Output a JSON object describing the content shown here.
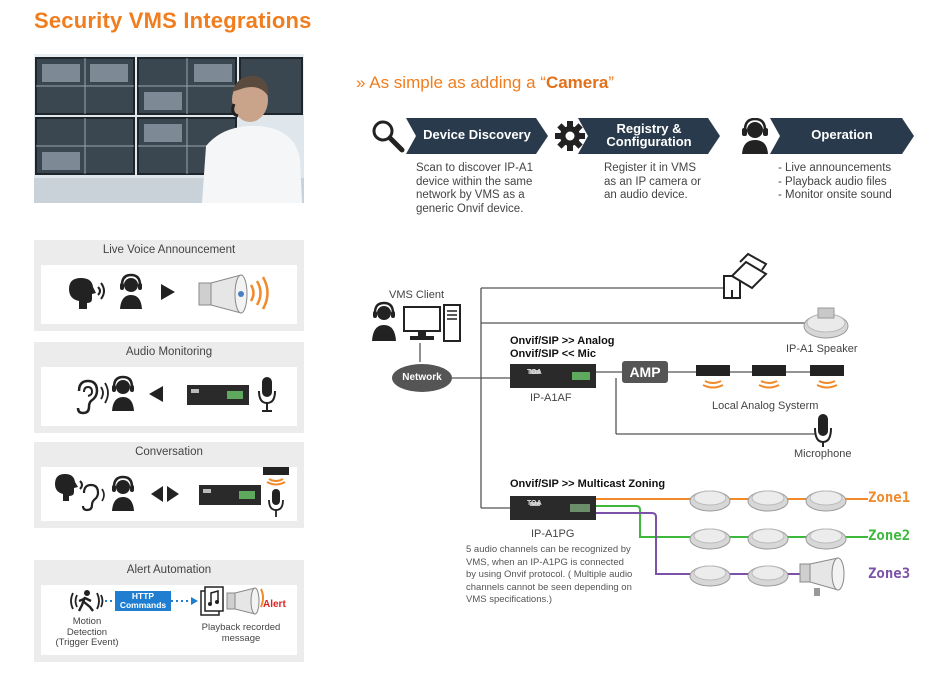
{
  "title": "Security VMS Integrations",
  "subtitle": {
    "prefix": "» As simple as adding a “",
    "bold": "Camera",
    "suffix": "”"
  },
  "steps": [
    {
      "label": "Device Discovery",
      "icon": "search-icon",
      "desc": [
        "Scan to discover IP-A1",
        "device within the same",
        "network by VMS as a",
        "generic Onvif device."
      ]
    },
    {
      "label_lines": [
        "Registry &",
        "Configuration"
      ],
      "icon": "gear-icon",
      "desc": [
        "Register it in VMS",
        "as an IP camera or",
        "an audio device."
      ]
    },
    {
      "label": "Operation",
      "icon": "operator-headset-icon",
      "desc": [
        "- Live announcements",
        "- Playback audio files",
        "- Monitor onsite sound"
      ]
    }
  ],
  "panels": [
    {
      "title": "Live Voice Announcement"
    },
    {
      "title": "Audio Monitoring"
    },
    {
      "title": "Conversation"
    },
    {
      "title": "Alert Automation"
    }
  ],
  "alert": {
    "http_lines": [
      "HTTP",
      "Commands"
    ],
    "motion_lines": [
      "Motion",
      "Detection",
      "(Trigger Event)"
    ],
    "playback_lines": [
      "Playback recorded",
      "message"
    ],
    "alert_text": "Alert"
  },
  "diagram": {
    "vms_client": "VMS Client",
    "network": "Network",
    "analog_line1": "Onvif/SIP >> Analog",
    "analog_line2": "Onvif/SIP << Mic",
    "amp": "AMP",
    "ipa1af": "IP-A1AF",
    "local_analog": "Local Analog Systerm",
    "microphone": "Microphone",
    "speaker": "IP-A1 Speaker",
    "multicast": "Onvif/SIP >> Multicast Zoning",
    "ipa1pg": "IP-A1PG",
    "device_brand": "TOA",
    "note_lines": [
      "5 audio channels can be recognized by",
      "VMS, when an IP-A1PG is connected",
      "by using Onvif protocol. ( Multiple audio",
      "channels cannot be seen depending on",
      "VMS specifications.)"
    ],
    "zones": [
      {
        "label": "Zone1",
        "color": "#f08a2a"
      },
      {
        "label": "Zone2",
        "color": "#3db83d"
      },
      {
        "label": "Zone3",
        "color": "#7b52a8"
      }
    ]
  },
  "colors": {
    "accent": "#f07d1e",
    "step_fill": "#283a4c",
    "panel_bg": "#ececec",
    "blue_badge": "#1f7ed0"
  }
}
